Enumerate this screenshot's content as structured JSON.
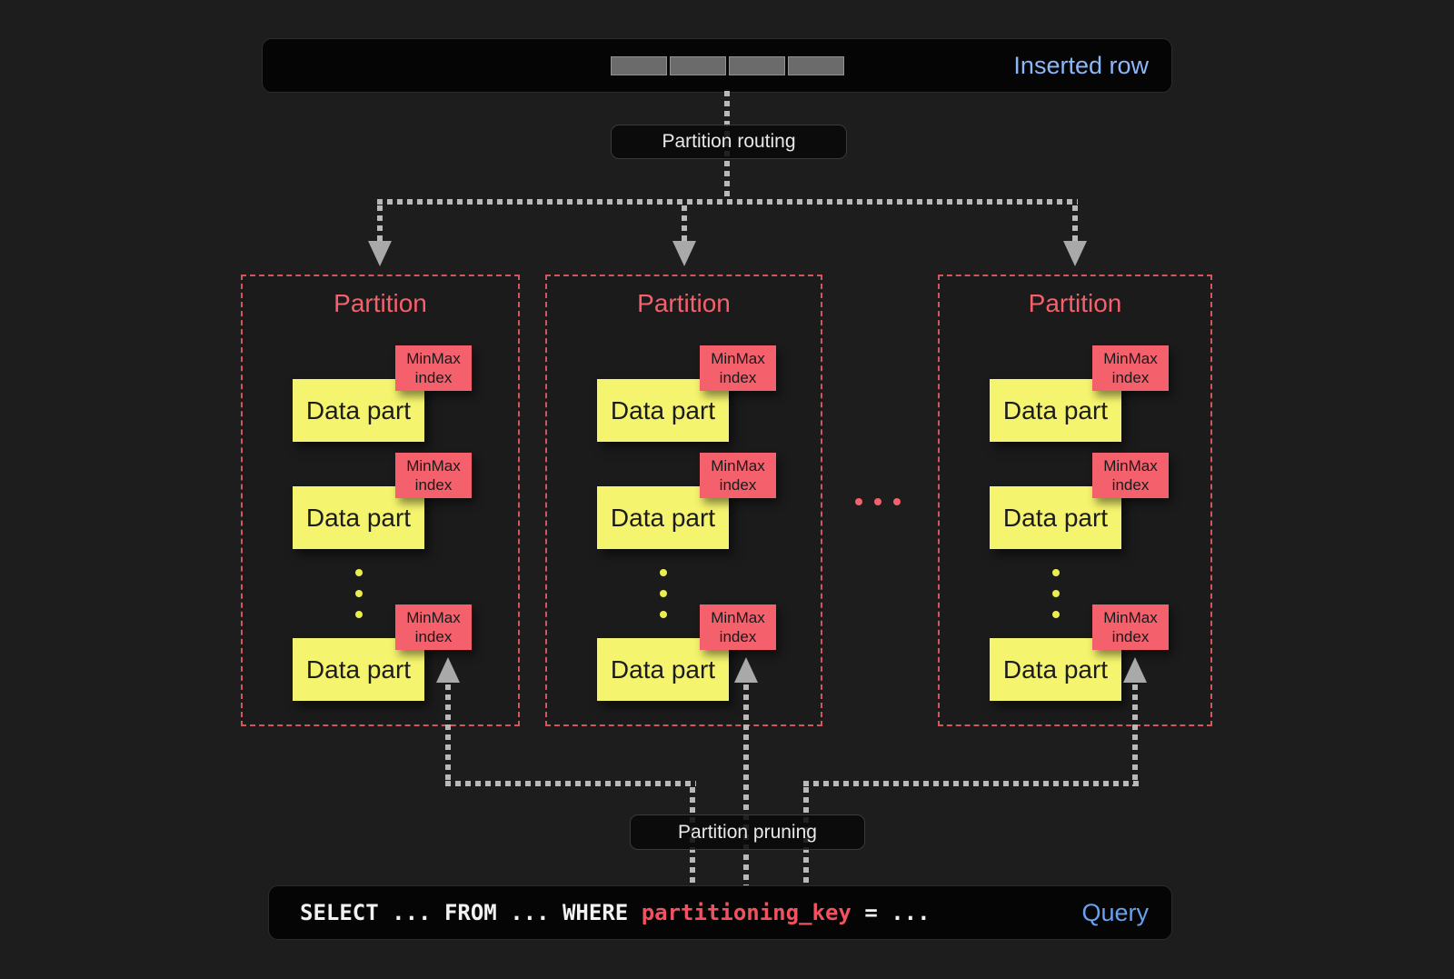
{
  "colors": {
    "background": "#1d1d1e",
    "bar_background": "#050505",
    "inserted_row_blue": "#8cb7f8",
    "query_blue": "#67a1ef",
    "partition_red": "#f4606c",
    "partition_border_red": "#d4555e",
    "data_part_yellow": "#f5f46e",
    "ellipsis_yellow": "#ebed4f",
    "connector_gray": "#b9b9b9",
    "query_key_red": "#f0525f",
    "row_cell_gray": "#6b6b6b"
  },
  "inserted_row_bar": {
    "label": "Inserted row",
    "segment_count": 4
  },
  "routing_label": "Partition routing",
  "pruning_label": "Partition pruning",
  "partitions": [
    {
      "title": "Partition",
      "parts": [
        {
          "part": "Data part",
          "index": "MinMax index"
        },
        {
          "part": "Data part",
          "index": "MinMax index"
        },
        {
          "part": "Data part",
          "index": "MinMax index"
        }
      ]
    },
    {
      "title": "Partition",
      "parts": [
        {
          "part": "Data part",
          "index": "MinMax index"
        },
        {
          "part": "Data part",
          "index": "MinMax index"
        },
        {
          "part": "Data part",
          "index": "MinMax index"
        }
      ]
    },
    {
      "title": "Partition",
      "parts": [
        {
          "part": "Data part",
          "index": "MinMax index"
        },
        {
          "part": "Data part",
          "index": "MinMax index"
        },
        {
          "part": "Data part",
          "index": "MinMax index"
        }
      ]
    }
  ],
  "query_bar": {
    "select": "SELECT ... FROM ... WHERE ",
    "key": "partitioning_key",
    "equals": " = ...",
    "label": "Query"
  }
}
